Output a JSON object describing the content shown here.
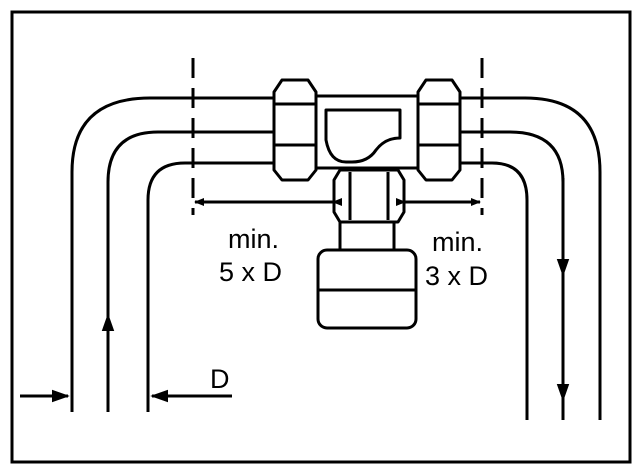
{
  "labels": {
    "upstream_min": "min.",
    "upstream_factor": "5 x D",
    "downstream_min": "min.",
    "downstream_factor": "3 x D",
    "diameter": "D"
  },
  "colors": {
    "stroke": "#000000",
    "background": "#ffffff"
  }
}
